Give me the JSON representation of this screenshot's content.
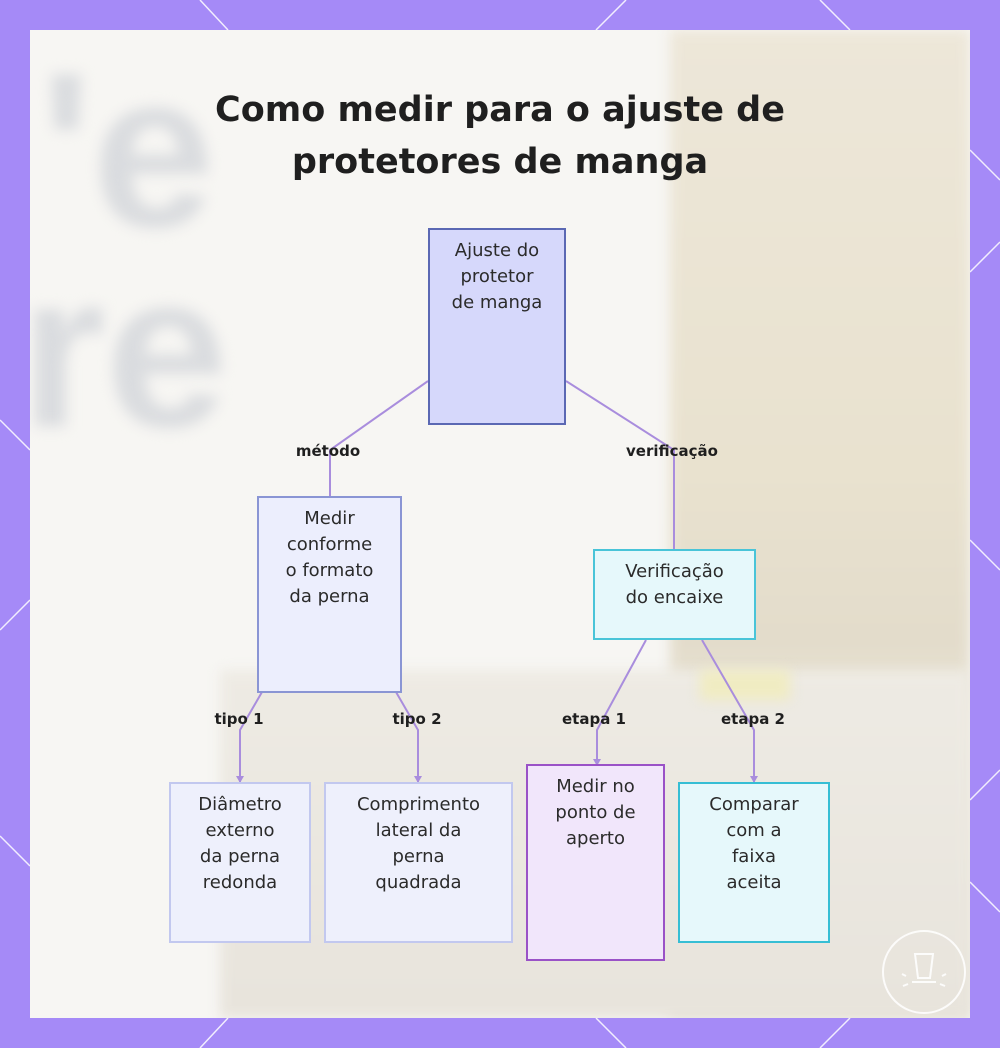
{
  "title": {
    "line1": "Como medir para o ajuste de",
    "line2": "protetores de manga"
  },
  "nodes": {
    "root": {
      "lines": [
        "Ajuste do",
        "protetor",
        "de manga"
      ]
    },
    "method": {
      "lines": [
        "Medir",
        "conforme",
        "o formato",
        "da perna"
      ]
    },
    "verification": {
      "lines": [
        "Verificação",
        "do encaixe"
      ]
    },
    "round_leg": {
      "lines": [
        "Diâmetro",
        "externo",
        "da perna",
        "redonda"
      ]
    },
    "square_leg": {
      "lines": [
        "Comprimento",
        "lateral da",
        "perna",
        "quadrada"
      ]
    },
    "tight_point": {
      "lines": [
        "Medir no",
        "ponto de",
        "aperto"
      ]
    },
    "compare_range": {
      "lines": [
        "Comparar",
        "com a",
        "faixa",
        "aceita"
      ]
    }
  },
  "edge_labels": {
    "method": "método",
    "verification": "verificação",
    "type1": "tipo 1",
    "type2": "tipo 2",
    "step1": "etapa 1",
    "step2": "etapa 2"
  },
  "colors": {
    "frame": "#a58af7",
    "edge": "#a98ddd",
    "root_fill": "#d6d8fb",
    "root_border": "#5b68b3",
    "method_fill": "#eceefd",
    "method_border": "#8a95d4",
    "verification_fill": "#e6f8fb",
    "verification_border": "#49c4d8",
    "leaf_blue_fill": "#eef0fc",
    "leaf_blue_border": "#c2c8ef",
    "leaf_purple_fill": "#f1e6fb",
    "leaf_purple_border": "#9a52c7",
    "leaf_cyan_fill": "#e6f8fb",
    "leaf_cyan_border": "#36bed4"
  },
  "icons": {
    "logo": "lamp-logo-icon"
  }
}
